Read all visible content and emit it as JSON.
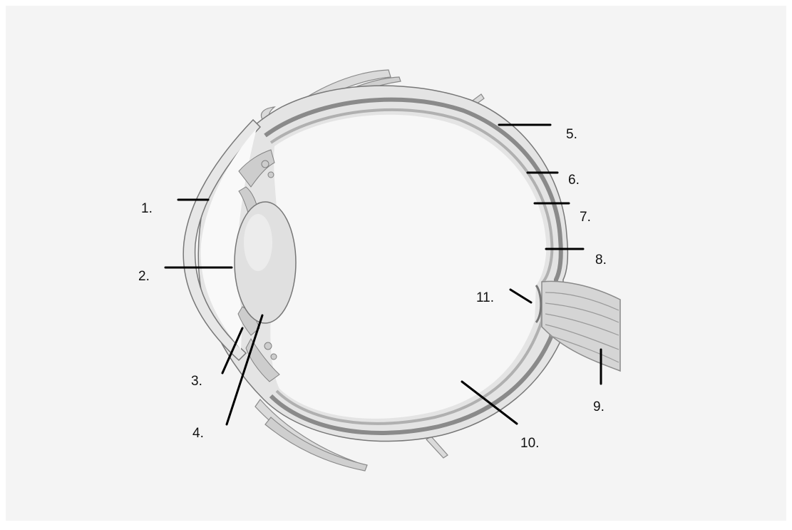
{
  "diagram": {
    "labels": [
      "1.",
      "2.",
      "3.",
      "4.",
      "5.",
      "6.",
      "7.",
      "8.",
      "9.",
      "10.",
      "11."
    ]
  },
  "colors": {
    "page_background": "#ffffff",
    "panel_background": "#f4f4f4",
    "outline": "#777777",
    "fill_light": "#e3e3e3",
    "fill_mid": "#c8c8c8",
    "leader_line": "#000000",
    "label_text": "#111111"
  }
}
